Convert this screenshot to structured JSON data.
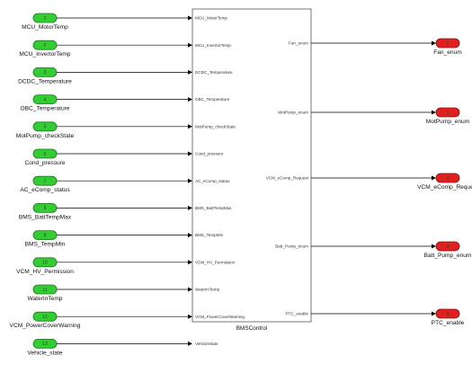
{
  "subsystem": {
    "name": "BMSControl",
    "inputs": [
      {
        "num": "1",
        "signal": "MCU_MotorTemp",
        "port": "MCU_MotorTemp"
      },
      {
        "num": "2",
        "signal": "MCU_InvertorTemp",
        "port": "MCU_InvertorTemp"
      },
      {
        "num": "3",
        "signal": "DCDC_Temperature",
        "port": "DCDC_Temperature"
      },
      {
        "num": "4",
        "signal": "OBC_Temperature",
        "port": "OBC_Temperature"
      },
      {
        "num": "5",
        "signal": "MotPump_checkState",
        "port": "MotPump_checkState"
      },
      {
        "num": "6",
        "signal": "Cond_pressure",
        "port": "Cond_pressure"
      },
      {
        "num": "7",
        "signal": "AC_eComp_status",
        "port": "AC_eComp_status"
      },
      {
        "num": "8",
        "signal": "BMS_BattTempMax",
        "port": "BMS_BattTempMax"
      },
      {
        "num": "9",
        "signal": "BMS_TempMin",
        "port": "BMS_TempMin"
      },
      {
        "num": "10",
        "signal": "VCM_HV_Permission",
        "port": "VCM_HV_Permission"
      },
      {
        "num": "11",
        "signal": "WaterInTemp",
        "port": "WaterInTemp"
      },
      {
        "num": "12",
        "signal": "VCM_PowerCoverWarning",
        "port": "VCM_PowerCoverWarning"
      },
      {
        "num": "13",
        "signal": "Vehicle_state",
        "port": "VehicleState"
      }
    ],
    "outputs": [
      {
        "num": "1",
        "signal": "Fan_enum",
        "port": "Fan_enum"
      },
      {
        "num": "2",
        "signal": "MotPump_enum",
        "port": "MotPump_enum"
      },
      {
        "num": "3",
        "signal": "VCM_eComp_Request",
        "port": "VCM_eComp_Request"
      },
      {
        "num": "4",
        "signal": "Batt_Pump_enum",
        "port": "Batt_Pump_enum"
      },
      {
        "num": "5",
        "signal": "PTC_enable",
        "port": "PTC_enable"
      }
    ]
  },
  "colors": {
    "inport_fill": "#33cc33",
    "inport_stroke": "#1f7a1f",
    "outport_fill": "#e02020",
    "outport_stroke": "#8a1010",
    "block_stroke": "#555555",
    "line": "#000000"
  }
}
